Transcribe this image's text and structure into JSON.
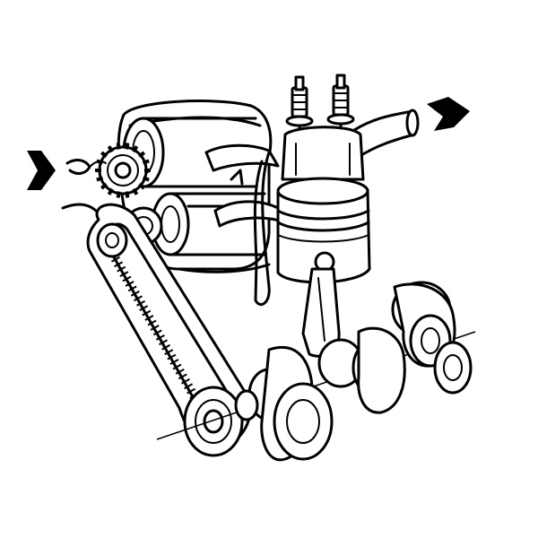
{
  "figure": {
    "subject": "engine-schematic",
    "parts": [
      "supercharger",
      "intake-arrow",
      "exhaust-arrow",
      "intake-pipe",
      "exhaust-pipe",
      "valves",
      "piston",
      "connecting-rod",
      "crankshaft",
      "drive-belt",
      "crank-pulley",
      "supercharger-gear"
    ]
  },
  "colors": {
    "ink": "#000000",
    "paper": "#ffffff"
  }
}
